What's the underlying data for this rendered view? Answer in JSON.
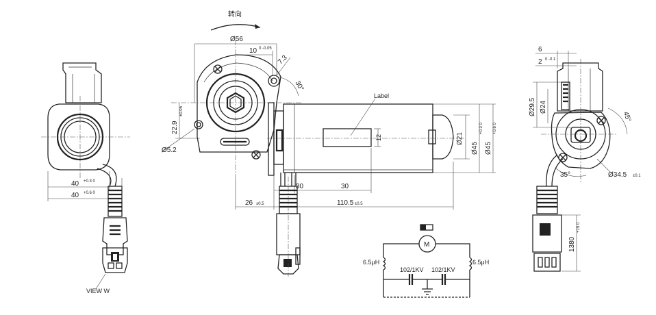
{
  "labels": {
    "rotation": "转向",
    "label_callout": "Label",
    "view_w": "VIEW W",
    "motor_symbol": "M"
  },
  "dimensions": {
    "d56": "Ø56",
    "ten": "10",
    "ten_tol": "0 -0.05",
    "seven_three": "7.3",
    "thirty_deg": "30°",
    "h22_9": "22.9",
    "h22_9_tol": "±0.05",
    "d5_2": "Ø5.2",
    "twelve": "12",
    "d21": "Ø21",
    "d45_a": "Ø45",
    "d45_a_tol": "+0.3 0",
    "d45_b": "Ø45",
    "d45_b_tol": "+0.6 0",
    "thirty_a": "30",
    "thirty_b": "30",
    "twenty_six": "26",
    "twenty_six_tol": "±0.5",
    "l110_5": "110.5",
    "l110_5_tol": "±0.5",
    "left_40a": "40",
    "left_40a_tol": "+0.3 0",
    "left_40b": "40",
    "left_40b_tol": "+0.6 0",
    "six": "6",
    "two": "2",
    "two_tol": "0 -0.1",
    "d29_5": "Ø29.5",
    "d24": "Ø24",
    "forty_five": "45°",
    "thirty_five": "35°",
    "d34_5": "Ø34.5",
    "d34_5_tol": "±0.1",
    "l1380": "1380",
    "l1380_tol": "+15 0"
  },
  "circuit": {
    "inductor_left": "6.5μH",
    "inductor_right": "6.5μH",
    "cap_left": "102/1KV",
    "cap_right": "102/1KV"
  }
}
